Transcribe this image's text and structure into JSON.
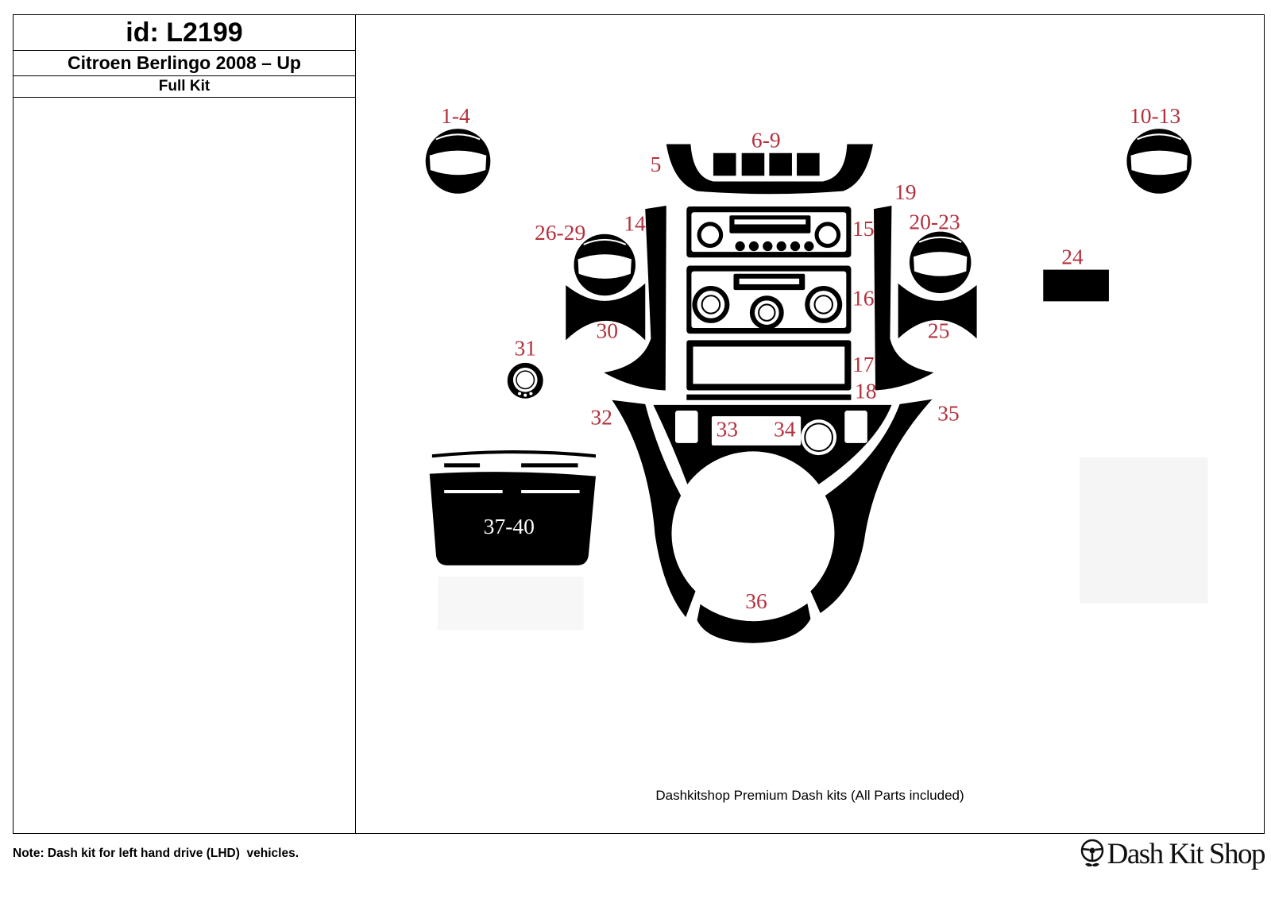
{
  "header": {
    "id": "id: L2199",
    "model": "Citroen Berlingo 2008 – Up",
    "kit": "Full Kit"
  },
  "diagram": {
    "part_labels": [
      "1-4",
      "5",
      "6-9",
      "10-13",
      "14",
      "15",
      "16",
      "17",
      "18",
      "19",
      "20-23",
      "24",
      "25",
      "26-29",
      "30",
      "31",
      "32",
      "33",
      "34",
      "35",
      "36",
      "37-40"
    ]
  },
  "caption": "Dashkitshop Premium Dash kits (All Parts included)",
  "note": "Note: Dash kit for left hand drive (LHD)  vehicles.",
  "logo": {
    "text": "Dash Kit Shop",
    "icon": "steering-wheel-icon"
  },
  "colors": {
    "label": "#b3313d",
    "part": "#000000",
    "border": "#000000"
  }
}
